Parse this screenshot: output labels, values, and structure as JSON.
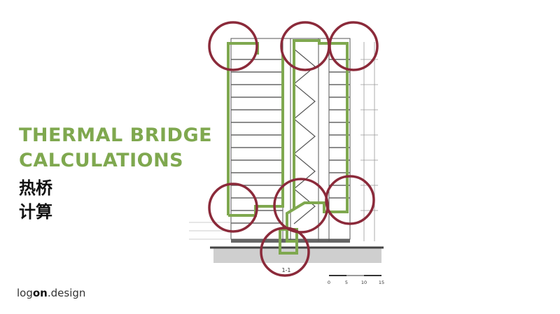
{
  "title": {
    "line1": "THERMAL BRIDGE",
    "line2": "CALCULATIONS"
  },
  "subtitle": {
    "line1": "热桥",
    "line2": "计算"
  },
  "drawing": {
    "section_label": "1-1",
    "scale_labels": [
      "0",
      "5",
      "10",
      "15"
    ],
    "colors": {
      "envelope": "#7fa84f",
      "highlight_circle": "#8b2a3a",
      "structure": "#555555"
    }
  },
  "logo": {
    "part1": "log",
    "part2": "on",
    "part3": ".design"
  }
}
